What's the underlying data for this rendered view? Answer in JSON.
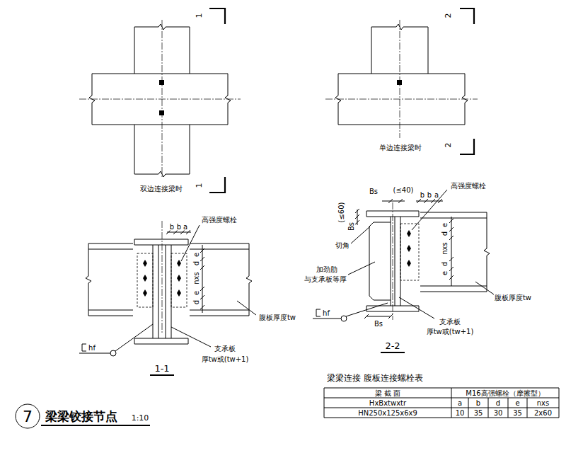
{
  "diagram": {
    "title": "梁梁铰接节点",
    "nodes": [
      {
        "text": [
          "7"
        ]
      }
    ],
    "labels": [
      "1",
      "1",
      "双边连接梁时",
      "2",
      "2",
      "单边连接梁时",
      "b",
      "b",
      "a",
      "高强度螺栓",
      "e",
      "d",
      "nxs",
      "e",
      "d",
      "腹板厚度tw",
      "hf",
      "支承板",
      "厚tw或(tw+1)",
      "1-1",
      "Bs",
      "(≤40)",
      "b",
      "b",
      "a",
      "高强度螺栓",
      "(≤60)",
      "Bs",
      "切角",
      "加劲肋",
      "与支承板等厚",
      "e",
      "d",
      "nxs",
      "d",
      "e",
      "腹板厚度tw",
      "hf",
      "支承板",
      "厚tw或(tw+1)",
      "Bs",
      "2-2",
      "梁梁连接 腹板连接螺栓表",
      "梁 截 面",
      "M16高强螺栓（摩擦型）",
      "HxBxtwxtr",
      "a",
      "b",
      "d",
      "e",
      "nxs",
      "HN250x125x6x9",
      "10",
      "35",
      "30",
      "35",
      "2x60",
      "1:10"
    ]
  }
}
